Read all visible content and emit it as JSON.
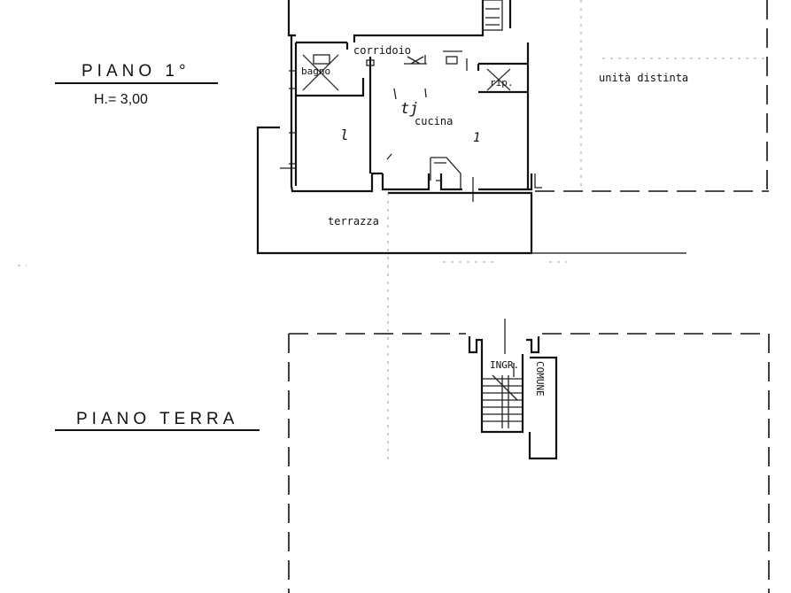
{
  "floors": {
    "first": {
      "title": "PIANO  1°",
      "height": "H.= 3,00"
    },
    "ground": {
      "title": "PIANO  TERRA"
    }
  },
  "rooms": {
    "corridoio": "corridoio",
    "bagno": "bagno",
    "rip": "rip.",
    "cucina": "cucina",
    "letto": "l",
    "terrazza": "terrazza",
    "unita": "unità   distinta",
    "ingr": "INGR.",
    "comune": "COMUNE"
  },
  "handwritten": {
    "mark1": "tj",
    "mark2": "1"
  }
}
